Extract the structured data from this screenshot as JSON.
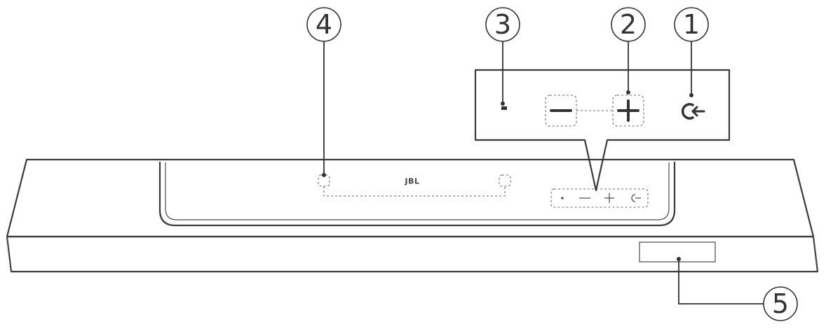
{
  "diagram": {
    "brand_label": "JBL",
    "callouts": [
      {
        "id": "1",
        "label": "1",
        "icon": "input-source-icon"
      },
      {
        "id": "2",
        "label": "2",
        "icon": "volume-plus-minus-buttons"
      },
      {
        "id": "3",
        "label": "3",
        "icon": "status-indicator"
      },
      {
        "id": "4",
        "label": "4",
        "icon": "top-panel-sensor"
      },
      {
        "id": "5",
        "label": "5",
        "icon": "front-display"
      }
    ]
  }
}
